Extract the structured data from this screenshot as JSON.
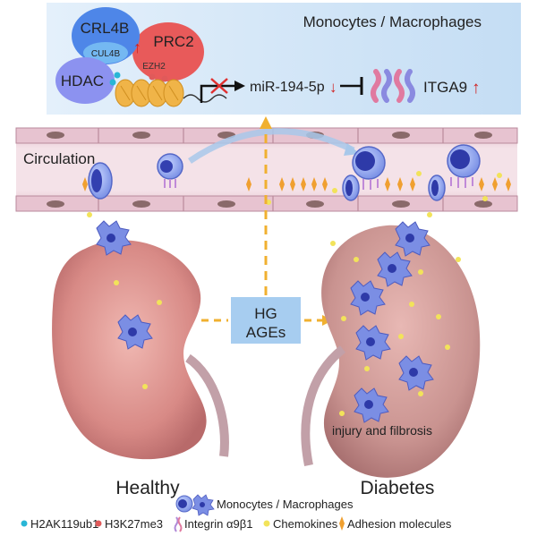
{
  "top_panel": {
    "title": "Monocytes / Macrophages",
    "complex_crl4b": "CRL4B",
    "complex_cul4b": "CUL4B",
    "complex_prc2": "PRC2",
    "complex_ezh2": "EZH2",
    "complex_hdac": "HDAC",
    "mirna": "miR-194-5p",
    "target": "ITGA9",
    "up_arrow": "↑",
    "down_arrow": "↓"
  },
  "middle": {
    "circulation_label": "Circulation"
  },
  "center": {
    "stimulus_line1": "HG",
    "stimulus_line2": "AGEs"
  },
  "kidneys": {
    "left_label": "Healthy",
    "right_label": "Diabetes",
    "right_annotation": "injury and filbrosis"
  },
  "legend": {
    "row1": [
      {
        "icon": "monocyte-macrophage-icon",
        "label": "Monocytes / Macrophages"
      }
    ],
    "row2": [
      {
        "icon": "h2ak119ub1-dot-icon",
        "label": "H2AK119ub1",
        "color": "#29b6d6"
      },
      {
        "icon": "h3k27me3-dot-icon",
        "label": "H3K27me3",
        "color": "#e05a5a"
      },
      {
        "icon": "integrin-icon",
        "label": "Integrin α9β1",
        "color": "#b08ad8"
      },
      {
        "icon": "chemokine-dot-icon",
        "label": "Chemokines",
        "color": "#f2e35a"
      },
      {
        "icon": "adhesion-molecule-icon",
        "label": "Adhesion molecules",
        "color": "#f0a030"
      }
    ]
  },
  "colors": {
    "panel_bg": "#cfe5f6",
    "crl4b": "#4e86e8",
    "prc2": "#e85555",
    "hdac": "#8a8ff0",
    "kidney": "#d98a86",
    "vessel": "#ead3dd",
    "monocyte": "#4a5ad0",
    "arrow_up": "#d02020",
    "dash": "#f0b030"
  }
}
